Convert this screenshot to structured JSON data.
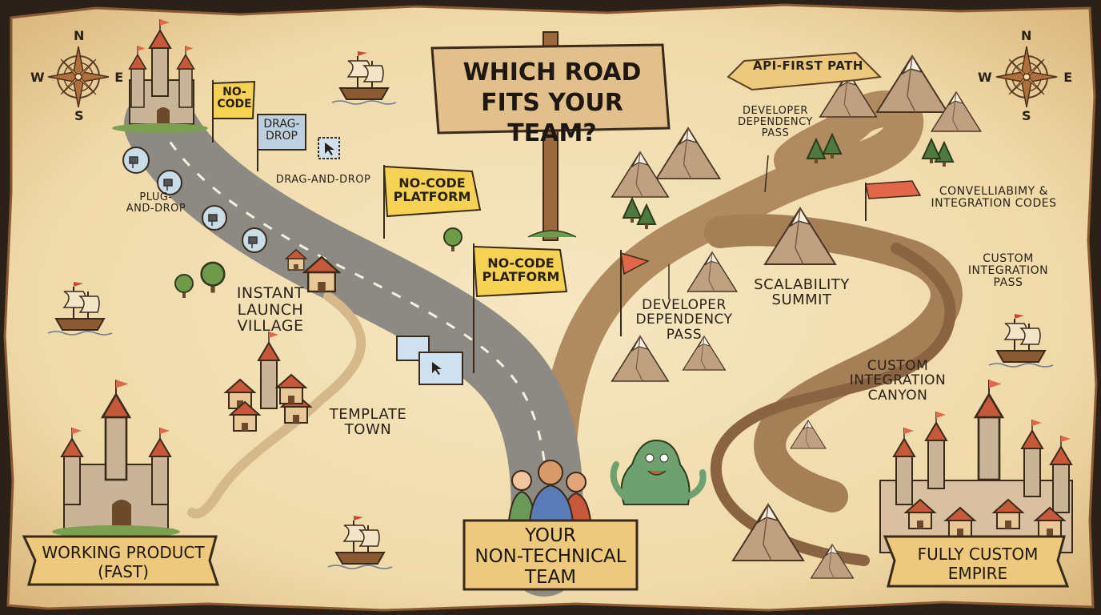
{
  "title": {
    "line1": "WHICH ROAD",
    "line2": "FITS YOUR TEAM?"
  },
  "start": {
    "line1": "YOUR",
    "line2": "NON-TECHNICAL",
    "line3": "TEAM"
  },
  "left_path": {
    "flag_nocode": {
      "line1": "NO-",
      "line2": "CODE"
    },
    "sign_dragdrop": {
      "line1": "DRAG-",
      "line2": "DROP"
    },
    "dragdrop_label": "DRAG-AND-DROP",
    "plug_label": {
      "line1": "PLUG-",
      "line2": "AND-DROP"
    },
    "flag_platform_upper": {
      "line1": "NO-CODE",
      "line2": "PLATFORM"
    },
    "flag_platform_lower": {
      "line1": "NO-CODE",
      "line2": "PLATFORM"
    },
    "village": {
      "line1": "INSTANT",
      "line2": "LAUNCH",
      "line3": "VILLAGE"
    },
    "town": {
      "line1": "TEMPLATE",
      "line2": "TOWN"
    },
    "destination": {
      "line1": "WORKING PRODUCT",
      "line2": "(FAST)"
    }
  },
  "right_path": {
    "banner": "API-FIRST PATH",
    "pass_upper": {
      "line1": "DEVELOPER",
      "line2": "DEPENDENCY",
      "line3": "PASS"
    },
    "codes": {
      "line1": "CONVELLIABIMY &",
      "line2": "INTEGRATION CODES"
    },
    "summit": {
      "line1": "SCALABILITY",
      "line2": "SUMMIT"
    },
    "pass_lower": {
      "line1": "DEVELOPER",
      "line2": "DEPENDENCY",
      "line3": "PASS"
    },
    "custom_pass": {
      "line1": "CUSTOM",
      "line2": "INTEGRATION",
      "line3": "PASS"
    },
    "canyon": {
      "line1": "CUSTOM",
      "line2": "INTEGRATION",
      "line3": "CANYON"
    },
    "destination": {
      "line1": "FULLY CUSTOM",
      "line2": "EMPIRE"
    }
  },
  "compass": {
    "n": "N",
    "s": "S",
    "e": "E",
    "w": "W"
  },
  "colors": {
    "parchment": "#f1dfb4",
    "road": "#8d8a83",
    "dirt_path": "#b08b60",
    "flag_yellow": "#f5d253",
    "banner": "#ecc97d",
    "flag_red": "#e0674a"
  }
}
